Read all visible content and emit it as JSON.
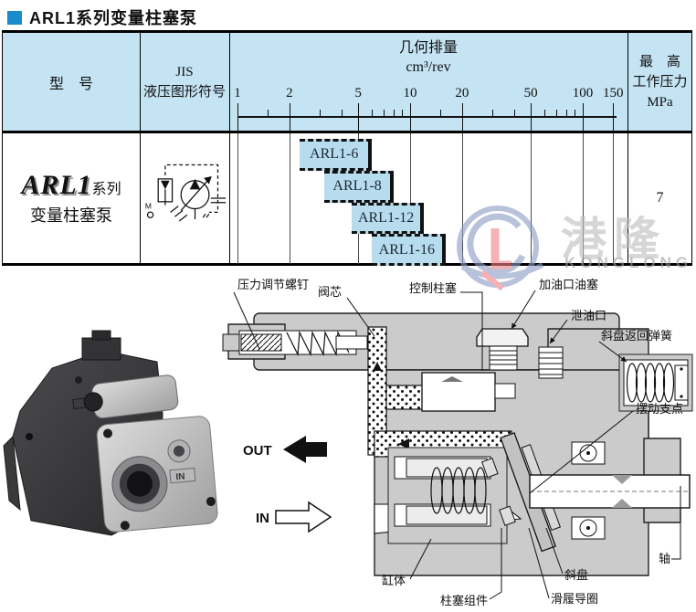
{
  "title": {
    "text": "ARL1系列变量柱塞泵"
  },
  "table": {
    "headers": {
      "model": "型　号",
      "jis_line1": "JIS",
      "jis_line2": "液压图形符号",
      "disp_line1": "几何排量",
      "disp_line2": "cm³/rev",
      "press_line1": "最　高",
      "press_line2": "工作压力",
      "press_line3": "MPa"
    },
    "row": {
      "model_name": "ARL1",
      "model_suffix": "系列",
      "model_subtitle": "变量柱塞泵",
      "pressure_value": "7"
    }
  },
  "chart_data": {
    "type": "bar",
    "orientation": "horizontal-range",
    "scale": "log",
    "xlabel": "几何排量 cm³/rev",
    "axis_ticks": [
      1,
      2,
      5,
      10,
      20,
      50,
      100,
      150
    ],
    "minor_ticks": [
      1.5,
      3,
      4,
      6,
      7,
      8,
      9,
      15,
      30,
      40,
      60,
      70,
      80,
      90
    ],
    "xlim": [
      1,
      150
    ],
    "bars": [
      {
        "label": "ARL1-6",
        "from": 2.3,
        "to": 6
      },
      {
        "label": "ARL1-8",
        "from": 3.2,
        "to": 8
      },
      {
        "label": "ARL1-12",
        "from": 4.6,
        "to": 12
      },
      {
        "label": "ARL1-16",
        "from": 6.0,
        "to": 16
      }
    ],
    "max_working_pressure_mpa": 7
  },
  "jis_symbol": {
    "m_label": "M"
  },
  "watermark": {
    "cn": "港隆",
    "en": "KONGLONG",
    "letter": "L"
  },
  "photo": {
    "port_label": "IN"
  },
  "diagram_labels": {
    "pressure_screw": "压力调节螺钉",
    "valve_core": "阀芯",
    "control_piston": "控制柱塞",
    "filler_plug": "加油口油塞",
    "drain_port": "泄油口",
    "return_spring": "斜盘返回弹簧",
    "pivot": "摆动支点",
    "out": "OUT",
    "in": "IN",
    "cylinder": "缸体",
    "piston_assembly": "柱塞组件",
    "shoe_ring": "滑履导圈",
    "swash_plate": "斜盘",
    "shaft": "轴"
  },
  "colors": {
    "header_bg": "#c4e3f3",
    "bar_fill": "#b7dcee",
    "title_square": "#1b8ccb",
    "watermark_blue": "#8d9dc6",
    "watermark_red": "#ef8287",
    "diagram_gray": "#cacbca"
  }
}
